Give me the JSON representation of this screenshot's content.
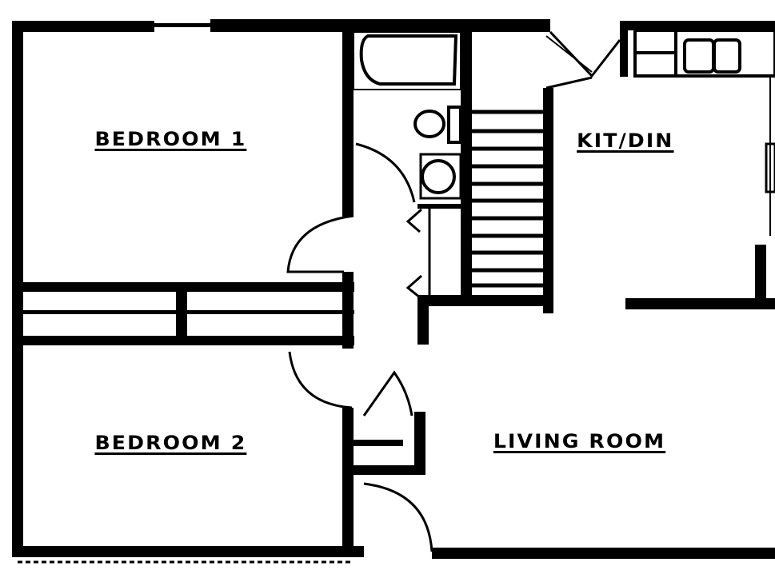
{
  "plan": {
    "type": "apartment floor plan",
    "colors": {
      "wall": "#000000",
      "background": "#ffffff"
    },
    "rooms": [
      {
        "id": "bedroom-1",
        "label": "BEDROOM 1"
      },
      {
        "id": "bedroom-2",
        "label": "BEDROOM 2"
      },
      {
        "id": "kit-din",
        "label": "KIT/DIN"
      },
      {
        "id": "living-room",
        "label": "LIVING ROOM"
      }
    ],
    "fixtures": [
      "bathtub",
      "toilet",
      "sink",
      "stairs",
      "closets",
      "kitchen-counter",
      "range",
      "refrigerator"
    ]
  }
}
